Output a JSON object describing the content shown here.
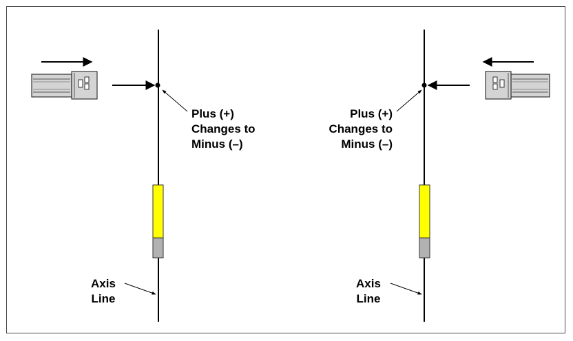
{
  "colors": {
    "border": "#4a4a4a",
    "axis_line": "#000000",
    "yellow_segment": "#ffff00",
    "gray_segment": "#b2b2b2",
    "probe_fill": "#d4d4d4",
    "probe_outline": "#333333"
  },
  "left_panel": {
    "probe_direction": "right",
    "probe_icon": "probe-facing-right-icon",
    "change_label": {
      "line1": "Plus (+)",
      "line2": "Changes to",
      "line3": "Minus (–)"
    },
    "axis_label": {
      "line1": "Axis",
      "line2": "Line"
    }
  },
  "right_panel": {
    "probe_direction": "left",
    "probe_icon": "probe-facing-left-icon",
    "change_label": {
      "line1": "Plus (+)",
      "line2": "Changes to",
      "line3": "Minus (–)"
    },
    "axis_label": {
      "line1": "Axis",
      "line2": "Line"
    }
  }
}
